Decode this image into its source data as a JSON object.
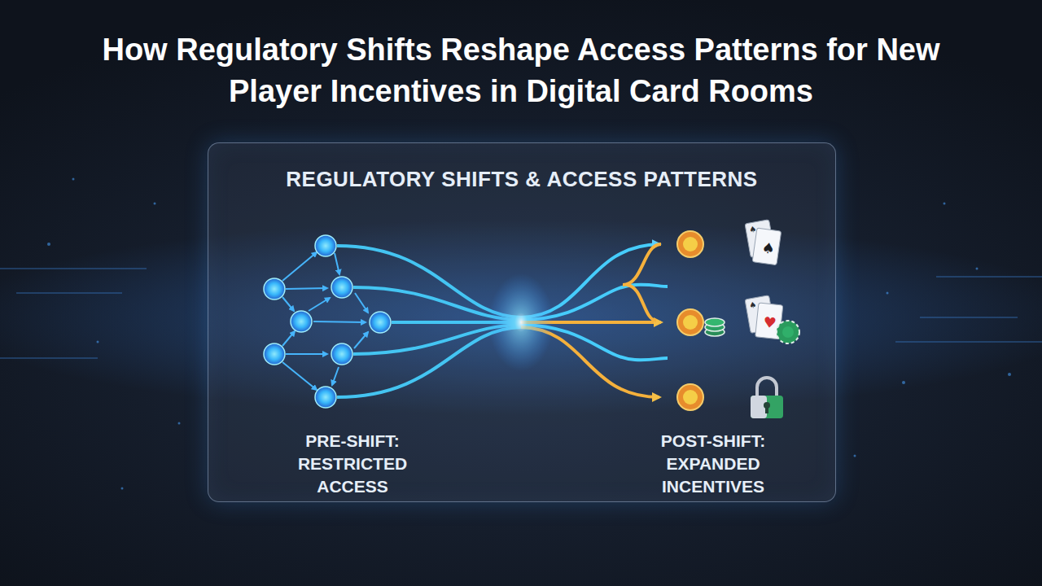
{
  "diagram": {
    "title": "How Regulatory Shifts Reshape Access Patterns for New Player Incentives in Digital Card Rooms",
    "nodes": [
      {
        "text": [
          "REGULATORY SHIFTS & ACCESS PATTERNS",
          "PRE-SHIFT: RESTRICTED ACCESS",
          "POST-SHIFT: EXPANDED INCENTIVES"
        ]
      }
    ]
  }
}
